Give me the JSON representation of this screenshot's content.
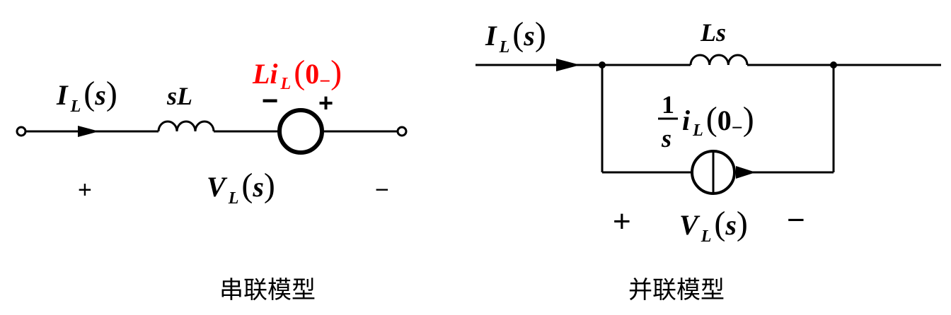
{
  "series_model": {
    "caption": "串联模型",
    "current_label": {
      "main": "I",
      "sub": "L",
      "arg": "s"
    },
    "inductor_label": "sL",
    "source_label": {
      "main": "Li",
      "sub": "L",
      "arg": "0",
      "arg_sub": "−"
    },
    "source_minus": "−",
    "source_plus": "+",
    "voltage_label": {
      "main": "V",
      "sub": "L",
      "arg": "s"
    },
    "plus_sign": "+",
    "minus_sign": "−",
    "colors": {
      "source_label": "#ff0000",
      "wire": "#000000"
    }
  },
  "parallel_model": {
    "caption": "并联模型",
    "current_label": {
      "main": "I",
      "sub": "L",
      "arg": "s"
    },
    "inductor_label": "Ls",
    "source_label": {
      "numerator": "1",
      "denominator": "s",
      "main": "i",
      "sub": "L",
      "arg": "0",
      "arg_sub": "−"
    },
    "voltage_label": {
      "main": "V",
      "sub": "L",
      "arg": "s"
    },
    "plus_sign": "+",
    "minus_sign": "−"
  }
}
